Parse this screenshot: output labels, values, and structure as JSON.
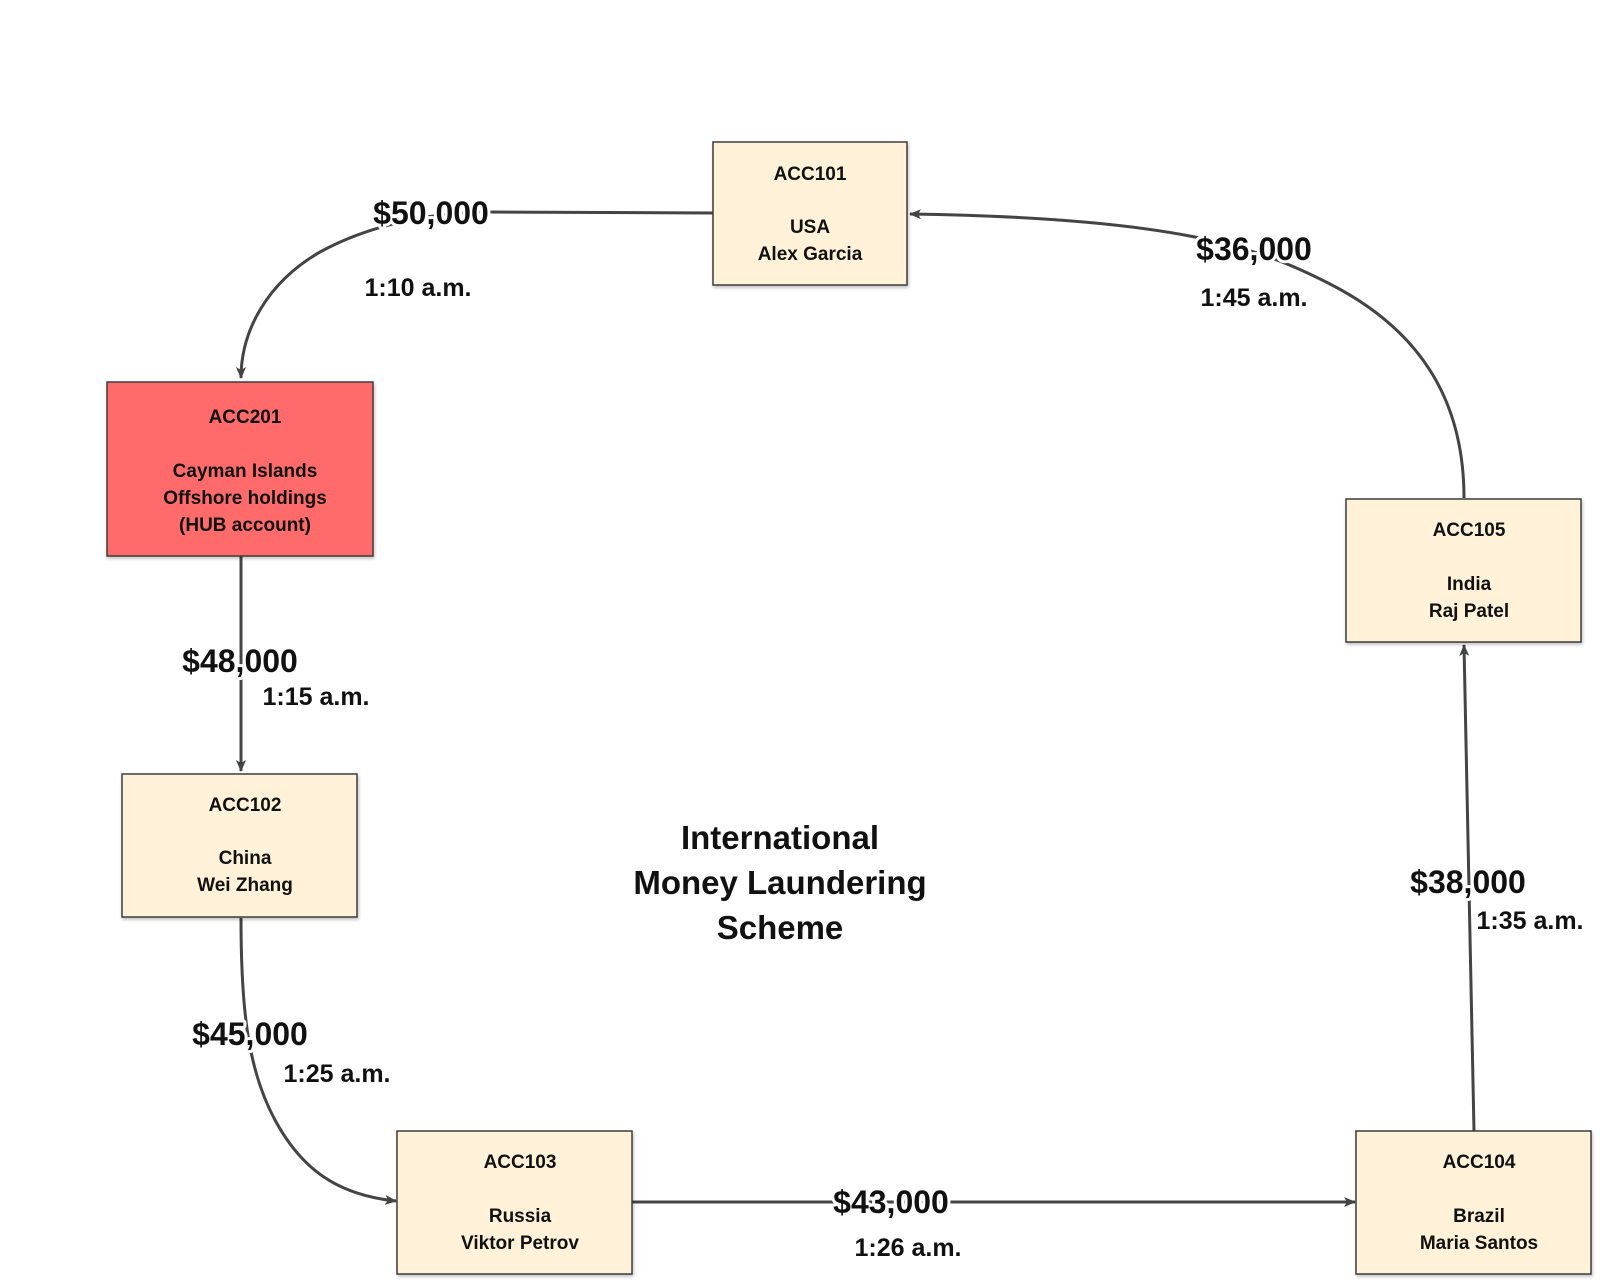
{
  "title": {
    "lines": [
      "International",
      "Money Laundering",
      "Scheme"
    ]
  },
  "colors": {
    "node_fill": "#fff2d9",
    "hub_fill": "#ff6b6b",
    "border": "#3c3c3c",
    "edge": "#444444",
    "text": "#111111"
  },
  "nodes": [
    {
      "key": "acc101",
      "id": "ACC101",
      "lines": [
        "USA",
        "Alex Garcia"
      ],
      "hub": false
    },
    {
      "key": "acc201",
      "id": "ACC201",
      "lines": [
        "Cayman Islands",
        "Offshore holdings",
        "(HUB account)"
      ],
      "hub": true
    },
    {
      "key": "acc102",
      "id": "ACC102",
      "lines": [
        "China",
        "Wei Zhang"
      ],
      "hub": false
    },
    {
      "key": "acc103",
      "id": "ACC103",
      "lines": [
        "Russia",
        "Viktor Petrov"
      ],
      "hub": false
    },
    {
      "key": "acc104",
      "id": "ACC104",
      "lines": [
        "Brazil",
        "Maria Santos"
      ],
      "hub": false
    },
    {
      "key": "acc105",
      "id": "ACC105",
      "lines": [
        "India",
        "Raj Patel"
      ],
      "hub": false
    }
  ],
  "edges": [
    {
      "key": "e1",
      "from": "ACC101",
      "to": "ACC201",
      "amount": "$50,000",
      "time": "1:10 a.m."
    },
    {
      "key": "e2",
      "from": "ACC201",
      "to": "ACC102",
      "amount": "$48,000",
      "time": "1:15 a.m."
    },
    {
      "key": "e3",
      "from": "ACC102",
      "to": "ACC103",
      "amount": "$45,000",
      "time": "1:25 a.m."
    },
    {
      "key": "e4",
      "from": "ACC103",
      "to": "ACC104",
      "amount": "$43,000",
      "time": "1:26 a.m."
    },
    {
      "key": "e5",
      "from": "ACC104",
      "to": "ACC105",
      "amount": "$38,000",
      "time": "1:35 a.m."
    },
    {
      "key": "e6",
      "from": "ACC105",
      "to": "ACC101",
      "amount": "$36,000",
      "time": "1:45 a.m."
    }
  ]
}
